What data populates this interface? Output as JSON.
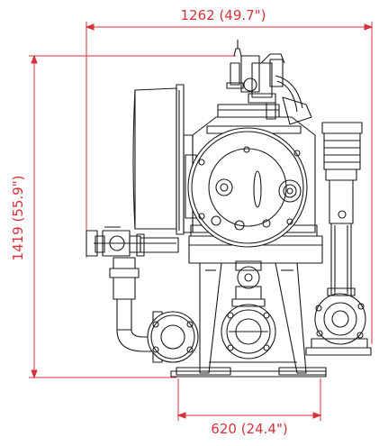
{
  "drawing": {
    "dimensions": {
      "overall_width": "1262 (49.7\")",
      "overall_height": "1419 (55.9\")",
      "base_width": "620 (24.4\")"
    },
    "colors": {
      "line": "#1a1a1a",
      "dimension": "#d6323c",
      "background": "#ffffff"
    }
  }
}
